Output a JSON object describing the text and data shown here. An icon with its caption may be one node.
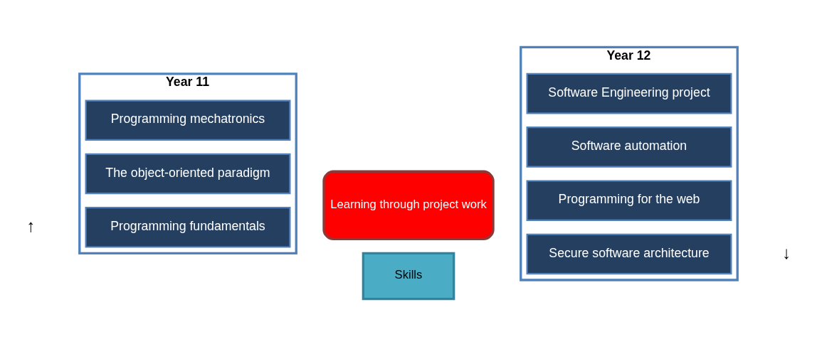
{
  "diagram": {
    "nodes": [
      {
        "text": [
          "Year 11"
        ]
      },
      {
        "text": [
          "Programming fundamentals"
        ],
        "in": 0
      },
      {
        "text": [
          "The object-oriented paradigm"
        ],
        "in": 0
      },
      {
        "text": [
          "Programming mechatronics"
        ],
        "in": 0
      },
      {
        "text": [
          "Year 12"
        ]
      },
      {
        "text": [
          "Secure software architecture"
        ],
        "in": 4
      },
      {
        "text": [
          "Programming for the web"
        ],
        "in": 4
      },
      {
        "text": [
          "Software automation"
        ],
        "in": 4
      },
      {
        "text": [
          "Software Engineering project"
        ],
        "in": 4
      },
      {
        "text": [
          "Learning through project work"
        ]
      },
      {
        "text": [
          "Skills"
        ]
      }
    ],
    "edges": [],
    "labels": [
      "↑",
      "↓"
    ]
  }
}
